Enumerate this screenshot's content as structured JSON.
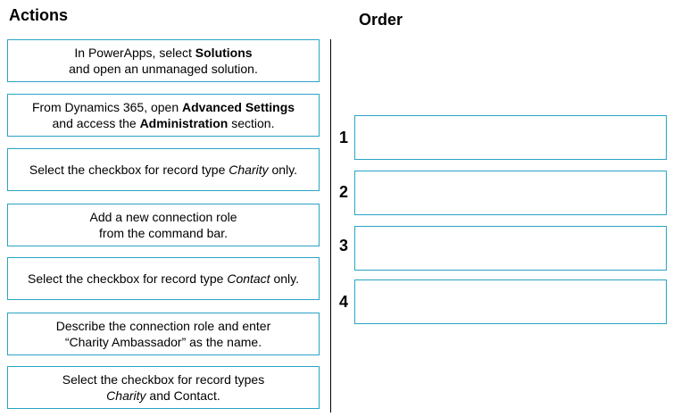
{
  "headings": {
    "actions": "Actions",
    "order": "Order"
  },
  "actions": [
    {
      "line1": [
        "In PowerApps, select ",
        "Solutions",
        ""
      ],
      "line2": [
        "and open an unmanaged solution.",
        "",
        ""
      ]
    },
    {
      "line1": [
        "From Dynamics 365, open ",
        "Advanced Settings",
        ""
      ],
      "line2": [
        "and access the ",
        "Administration",
        " section."
      ]
    },
    {
      "line1": [
        "Select the checkbox for record type ",
        "Charity",
        " only."
      ],
      "line2": [
        "",
        "",
        ""
      ]
    },
    {
      "line1": [
        "Add a new connection role",
        "",
        ""
      ],
      "line2": [
        "from the command bar.",
        "",
        ""
      ]
    },
    {
      "line1": [
        "Select the checkbox for record type ",
        "Contact",
        " only."
      ],
      "line2": [
        "",
        "",
        ""
      ]
    },
    {
      "line1": [
        "Describe the connection role and enter",
        "",
        ""
      ],
      "line2": [
        "“Charity Ambassador” as the name.",
        "",
        ""
      ]
    },
    {
      "line1": [
        "Select the checkbox for record types",
        "",
        ""
      ],
      "line2": [
        "",
        "Charity",
        " and Contact."
      ]
    }
  ],
  "order_slots": [
    {
      "number": "1"
    },
    {
      "number": "2"
    },
    {
      "number": "3"
    },
    {
      "number": "4"
    }
  ],
  "colors": {
    "border": "#2aa3c5",
    "text": "#000000",
    "divider": "#000000"
  }
}
